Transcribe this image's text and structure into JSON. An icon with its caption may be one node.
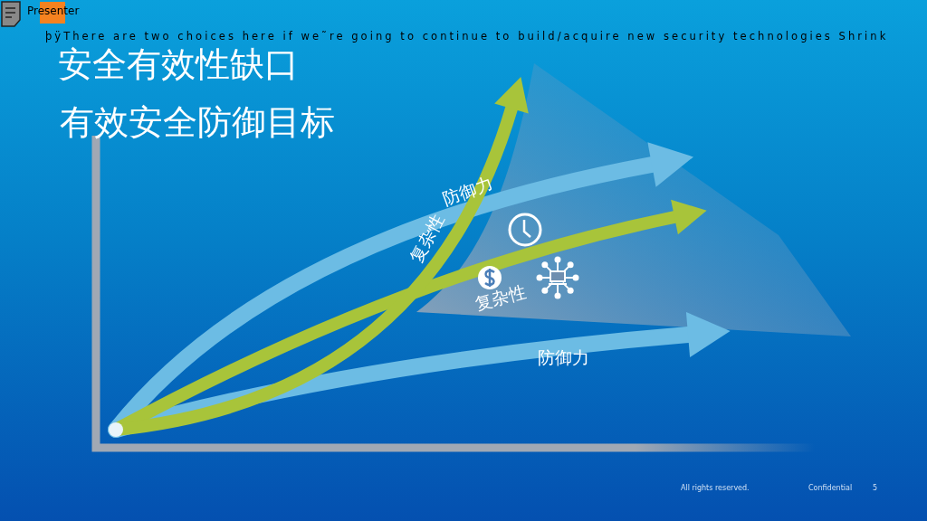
{
  "diagram": {
    "title": "安全有效性缺口",
    "labels": [
      "Presenter",
      "þÿThere are two choices here if we˜re going to continue to build/acquire new security technologies Shrink",
      "有效安全防御目标",
      "防御力",
      "复杂性",
      "复杂性",
      "防御力",
      "All rights reserved.",
      "Confidential",
      "5"
    ]
  }
}
